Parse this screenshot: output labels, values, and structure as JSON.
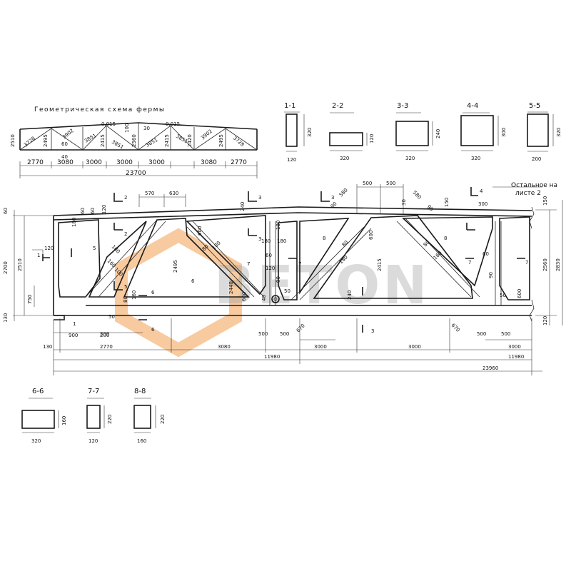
{
  "scheme": {
    "title": "Геометрическая схема фермы",
    "labels": {
      "h_left": "2510",
      "slope_left": "0,015",
      "slope_right": "0,015",
      "d1": "3728",
      "d2": "2495",
      "d3": "3902",
      "d4": "3851",
      "d5": "2415",
      "d6": "3851",
      "d7": "2560",
      "d8": "3851",
      "d9": "2415",
      "d10": "3851",
      "d11": "2420",
      "d12": "3902",
      "d13": "2495",
      "d14": "3728",
      "v60": "60",
      "v40": "40",
      "v100": "100",
      "v30": "30"
    },
    "spans": [
      "2770",
      "3080",
      "3000",
      "3000",
      "3000",
      "3080",
      "2770"
    ],
    "total": "23700"
  },
  "sections_top": [
    {
      "id": "1-1",
      "width": "120",
      "height": "320"
    },
    {
      "id": "2-2",
      "width": "320",
      "height": "120"
    },
    {
      "id": "3-3",
      "width": "320",
      "height": "240"
    },
    {
      "id": "4-4",
      "width": "320",
      "height": "300"
    },
    {
      "id": "5-5",
      "width": "200",
      "height": "320"
    }
  ],
  "sections_bottom": [
    {
      "id": "6-6",
      "width": "320",
      "height": "160"
    },
    {
      "id": "7-7",
      "width": "120",
      "height": "220"
    },
    {
      "id": "8-8",
      "width": "160",
      "height": "220"
    }
  ],
  "elevation": {
    "note_line1": "Остальное на",
    "note_line2": "листе 2",
    "top_dims": {
      "d570": "570",
      "d630": "630",
      "d500a": "500",
      "d500b": "500",
      "d580a": "580",
      "d580b": "580",
      "d150": "150",
      "d300": "300",
      "d60a": "60",
      "d60b": "60",
      "d120": "120",
      "d240": "240",
      "d90a": "90",
      "d90b": "90",
      "d30": "30"
    },
    "left_dims": {
      "h60": "60",
      "h2510": "2510",
      "h2700": "2700",
      "h120": "120",
      "h750": "750",
      "h130": "130"
    },
    "right_dims": {
      "h150": "150",
      "h2560": "2560",
      "h2830": "2830",
      "h120": "120"
    },
    "interior": {
      "d180a": "180",
      "d180b": "180",
      "d180c": "180",
      "d180d": "180",
      "d180e": "180",
      "d600a": "600",
      "d600b": "600",
      "d600c": "600",
      "d600d": "600",
      "d2495": "2495",
      "d2440": "2440",
      "d2415": "2415",
      "d80a": "80",
      "d80b": "80",
      "d80c": "80",
      "d80d": "80",
      "d100a": "100",
      "d100b": "100",
      "d160a": "160",
      "d160b": "160",
      "d160c": "160",
      "d200": "200",
      "d50a": "50",
      "d50b": "50",
      "d50c": "50",
      "d90": "90",
      "d90b": "90",
      "d40": "40",
      "d240": "240",
      "d670a": "670",
      "d670b": "670",
      "d1200": "120",
      "d60": "60",
      "d60b": "60"
    },
    "bottom_dims": {
      "b900": "900",
      "b200": "200",
      "b500a": "500",
      "b500b": "500",
      "b500c": "500",
      "b500d": "500",
      "b130": "130",
      "b2770": "2770",
      "b3080": "3080",
      "b3000a": "3000",
      "b3000b": "3000",
      "b3000c": "3000",
      "b11980a": "11980",
      "b11980b": "11980",
      "b23960": "23960"
    },
    "cut_labels": [
      "1",
      "1",
      "2",
      "2",
      "3",
      "3",
      "3",
      "3",
      "4",
      "5",
      "5",
      "6",
      "6",
      "6",
      "7",
      "7",
      "7",
      "7",
      "8",
      "8"
    ]
  },
  "watermark": {
    "text": "BETON",
    "color": "#f08a2a"
  }
}
